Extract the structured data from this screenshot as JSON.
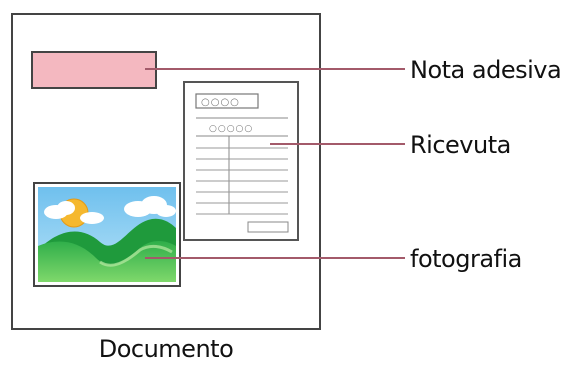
{
  "diagram": {
    "document_label": "Documento",
    "callouts": {
      "sticky_note": "Nota adesiva",
      "receipt": "Ricevuta",
      "photo": "fotografia"
    },
    "receipt_header_glyphs": "○○○○",
    "receipt_row_glyphs": "○○○○○",
    "colors": {
      "outline": "#444444",
      "leader_line": "#a35a6a",
      "sticky_note_fill": "#f4b8c0",
      "sky": "#7cc6ee",
      "hill_dark": "#1f9a3c",
      "hill_light": "#5cc85a",
      "sun": "#f5b82e"
    }
  }
}
